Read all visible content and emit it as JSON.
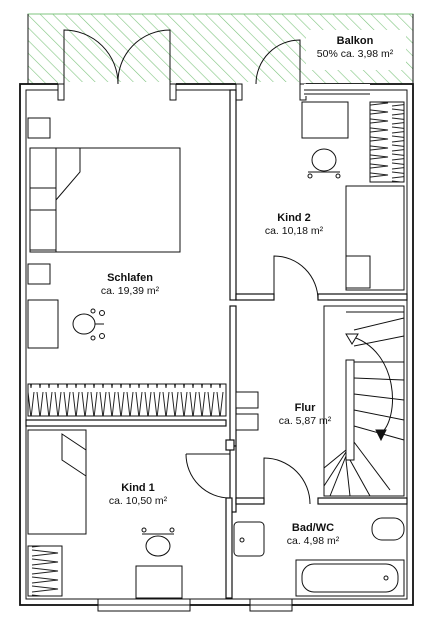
{
  "rooms": {
    "balkon": {
      "name": "Balkon",
      "area": "50% ca. 3,98 m²"
    },
    "kind2": {
      "name": "Kind 2",
      "area": "ca. 10,18 m²"
    },
    "schlafen": {
      "name": "Schlafen",
      "area": "ca. 19,39 m²"
    },
    "flur": {
      "name": "Flur",
      "area": "ca. 5,87 m²"
    },
    "kind1": {
      "name": "Kind 1",
      "area": "ca. 10,50 m²"
    },
    "badwc": {
      "name": "Bad/WC",
      "area": "ca. 4,98 m²"
    }
  },
  "colors": {
    "wall": "#111111",
    "hatch": "#7fc47f"
  }
}
